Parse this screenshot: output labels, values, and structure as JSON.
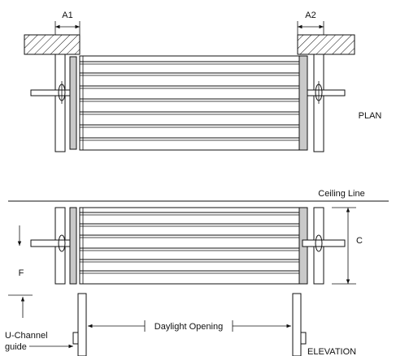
{
  "labels": {
    "a1": "A1",
    "a2": "A2",
    "plan": "PLAN",
    "ceiling_line": "Ceiling Line",
    "c": "C",
    "f": "F",
    "daylight_opening": "Daylight Opening",
    "u_channel_line1": "U-Channel",
    "u_channel_line2": "guide",
    "elevation": "ELEVATION"
  }
}
